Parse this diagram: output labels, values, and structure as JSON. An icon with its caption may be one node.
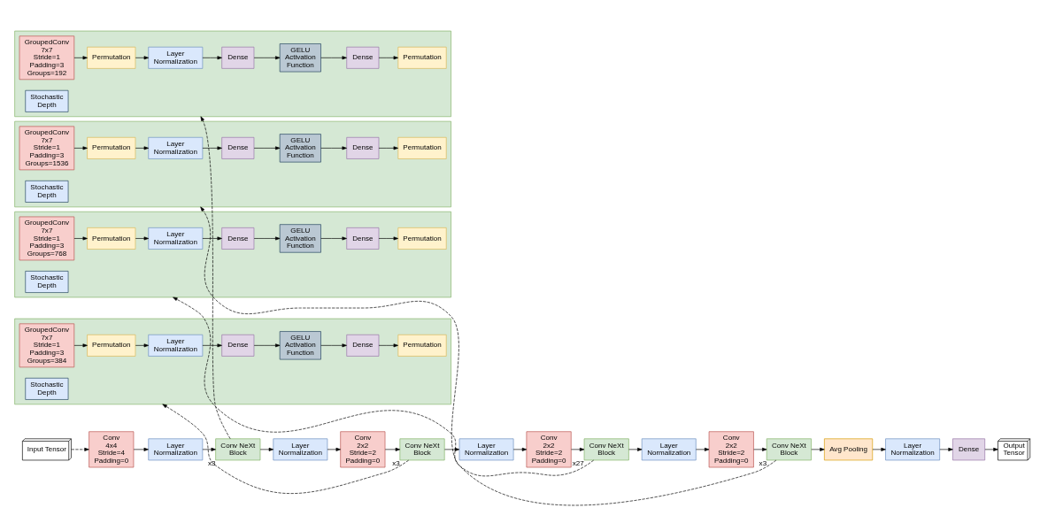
{
  "diagram": {
    "nodes": [
      {
        "text": [],
        "shape": "box"
      },
      {
        "text": [
          "GroupedConv",
          "7x7",
          "Stride=1",
          "Padding=3",
          "Groups=192"
        ],
        "in": 0
      },
      {
        "text": [
          "Permutation"
        ],
        "in": 0
      },
      {
        "text": [
          "Layer Normalization"
        ],
        "in": 0
      },
      {
        "text": [
          "Dense"
        ],
        "in": 0
      },
      {
        "text": [
          "GELU Activation Function"
        ],
        "in": 0
      },
      {
        "text": [
          "Dense"
        ],
        "in": 0
      },
      {
        "text": [
          "Permutation"
        ],
        "in": 0
      },
      {
        "text": [
          "Stochastic Depth"
        ],
        "in": 0
      },
      {
        "text": [],
        "shape": "box"
      },
      {
        "text": [
          "GroupedConv",
          "7x7",
          "Stride=1",
          "Padding=3",
          "Groups=768"
        ],
        "in": 9
      },
      {
        "text": [
          "Permutation"
        ],
        "in": 9
      },
      {
        "text": [
          "Layer Normalization"
        ],
        "in": 9
      },
      {
        "text": [
          "Dense"
        ],
        "in": 9
      },
      {
        "text": [
          "GELU Activation Function"
        ],
        "in": 9
      },
      {
        "text": [
          "Dense"
        ],
        "in": 9
      },
      {
        "text": [
          "Permutation"
        ],
        "in": 9
      },
      {
        "text": [
          "Stochastic Depth"
        ],
        "in": 9
      },
      {
        "text": [
          "Input Tensor"
        ]
      },
      {
        "text": [
          "Conv",
          "4x4",
          "Stride=4",
          "Padding=0"
        ]
      },
      {
        "text": [
          "Layer Normalization"
        ]
      },
      {
        "text": [
          "Conv NeXt Block"
        ],
        "beside": [
          "x3"
        ]
      },
      {
        "text": [
          "Layer Normalization"
        ]
      },
      {
        "text": [
          "Conv",
          "2x2",
          "Stride=2",
          "Padding=0"
        ]
      },
      {
        "text": [
          "Conv NeXt Block"
        ],
        "beside": [
          "x3"
        ]
      },
      {
        "text": [
          "Layer Normalization"
        ]
      },
      {
        "text": [
          "Conv",
          "2x2",
          "Stride=2",
          "Padding=0"
        ]
      },
      {
        "text": [
          "Conv NeXt Block"
        ],
        "beside": [
          "x27"
        ]
      },
      {
        "text": [
          "Layer Normalization"
        ]
      },
      {
        "text": [
          "Conv",
          "2x2",
          "Stride=2",
          "Padding=0"
        ]
      },
      {
        "text": [
          "Conv NeXt Block"
        ],
        "beside": [
          "x3"
        ]
      },
      {
        "text": [
          "Avg Pooling"
        ]
      },
      {
        "text": [
          "Layer Normalization"
        ]
      },
      {
        "text": [
          "Dense"
        ]
      },
      {
        "text": [
          "Output Tensor"
        ]
      },
      {
        "text": [],
        "shape": "box"
      },
      {
        "text": [
          "GroupedConv",
          "7x7",
          "Stride=1",
          "Padding=3",
          "Groups=384"
        ],
        "in": 35
      },
      {
        "text": [
          "Permutation"
        ],
        "in": 35
      },
      {
        "text": [
          "Layer Normalization"
        ],
        "in": 35
      },
      {
        "text": [
          "Dense"
        ],
        "in": 35
      },
      {
        "text": [
          "GELU Activation Function"
        ],
        "in": 35
      },
      {
        "text": [
          "Dense"
        ],
        "in": 35
      },
      {
        "text": [
          "Permutation"
        ],
        "in": 35
      },
      {
        "text": [
          "Stochastic Depth"
        ],
        "in": 35
      },
      {
        "text": [],
        "shape": "box"
      },
      {
        "text": [
          "GroupedConv",
          "7x7",
          "Stride=1",
          "Padding=3",
          "Groups=1536"
        ],
        "in": 44
      },
      {
        "text": [
          "Permutation"
        ],
        "in": 44
      },
      {
        "text": [
          "Layer Normalization"
        ],
        "in": 44
      },
      {
        "text": [
          "Dense"
        ],
        "in": 44
      },
      {
        "text": [
          "GELU Activation Function"
        ],
        "in": 44
      },
      {
        "text": [
          "Dense"
        ],
        "in": 44
      },
      {
        "text": [
          "Permutation"
        ],
        "in": 44
      },
      {
        "text": [
          "Stochastic Depth"
        ],
        "in": 44
      }
    ],
    "edges": [
      {
        "from": 1,
        "to": 2,
        "arrow": "to"
      },
      {
        "from": 2,
        "to": 3,
        "arrow": "to"
      },
      {
        "from": 3,
        "to": 4,
        "arrow": "to"
      },
      {
        "from": 4,
        "to": 5,
        "arrow": "to"
      },
      {
        "from": 5,
        "to": 6,
        "arrow": "to"
      },
      {
        "from": 6,
        "to": 7,
        "arrow": "to"
      },
      {
        "from": 10,
        "to": 11,
        "arrow": "to"
      },
      {
        "from": 11,
        "to": 12,
        "arrow": "to"
      },
      {
        "from": 12,
        "to": 13,
        "arrow": "to"
      },
      {
        "from": 13,
        "to": 14,
        "arrow": "to"
      },
      {
        "from": 14,
        "to": 15,
        "arrow": "to"
      },
      {
        "from": 15,
        "to": 16,
        "arrow": "to"
      },
      {
        "from": 18,
        "to": 19,
        "arrow": "to",
        "style": "dashed"
      },
      {
        "from": 19,
        "to": 20,
        "arrow": "to"
      },
      {
        "from": 20,
        "to": 21,
        "arrow": "to"
      },
      {
        "from": 21,
        "to": 22,
        "arrow": "to"
      },
      {
        "from": 22,
        "to": 23,
        "arrow": "to"
      },
      {
        "from": 23,
        "to": 24,
        "arrow": "to"
      },
      {
        "from": 24,
        "to": 25,
        "arrow": "to"
      },
      {
        "from": 25,
        "to": 26,
        "arrow": "to"
      },
      {
        "from": 26,
        "to": 27,
        "arrow": "to"
      },
      {
        "from": 27,
        "to": 28,
        "arrow": "to"
      },
      {
        "from": 28,
        "to": 29,
        "arrow": "to"
      },
      {
        "from": 29,
        "to": 30,
        "arrow": "to"
      },
      {
        "from": 30,
        "to": 31,
        "arrow": "to"
      },
      {
        "from": 31,
        "to": 32,
        "arrow": "to"
      },
      {
        "from": 32,
        "to": 33,
        "arrow": "to"
      },
      {
        "from": 33,
        "to": 34,
        "arrow": "to"
      },
      {
        "from": 21,
        "to": 0,
        "arrow": "to",
        "style": "dashed"
      },
      {
        "from": 24,
        "to": 35,
        "arrow": "to",
        "style": "dashed"
      },
      {
        "from": 27,
        "to": 9,
        "arrow": "to",
        "style": "dashed"
      },
      {
        "from": 30,
        "to": 44,
        "arrow": "to",
        "style": "dashed"
      },
      {
        "from": 36,
        "to": 37,
        "arrow": "to"
      },
      {
        "from": 37,
        "to": 38,
        "arrow": "to"
      },
      {
        "from": 38,
        "to": 39,
        "arrow": "to"
      },
      {
        "from": 39,
        "to": 40,
        "arrow": "to"
      },
      {
        "from": 40,
        "to": 41,
        "arrow": "to"
      },
      {
        "from": 41,
        "to": 42,
        "arrow": "to"
      },
      {
        "from": 45,
        "to": 46,
        "arrow": "to"
      },
      {
        "from": 46,
        "to": 47,
        "arrow": "to"
      },
      {
        "from": 47,
        "to": 48,
        "arrow": "to"
      },
      {
        "from": 48,
        "to": 49,
        "arrow": "to"
      },
      {
        "from": 49,
        "to": 50,
        "arrow": "to"
      },
      {
        "from": 50,
        "to": 51,
        "arrow": "to"
      }
    ]
  }
}
